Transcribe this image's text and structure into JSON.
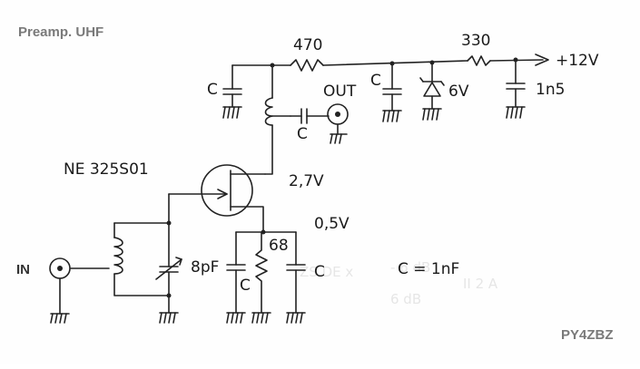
{
  "title": "Preamp. UHF",
  "author": "PY4ZBZ",
  "components": {
    "r_top": "470",
    "r_supply": "330",
    "supply": "+12V",
    "zener": "6V",
    "cap_bypass": "1n5",
    "transistor": "NE 325S01",
    "drain_voltage": "2,7V",
    "source_voltage": "0,5V",
    "r_source": "68",
    "trimmer": "8pF",
    "cap_note": "C = 1nF"
  },
  "labels": {
    "in": "IN",
    "out": "OUT",
    "c": "C"
  }
}
